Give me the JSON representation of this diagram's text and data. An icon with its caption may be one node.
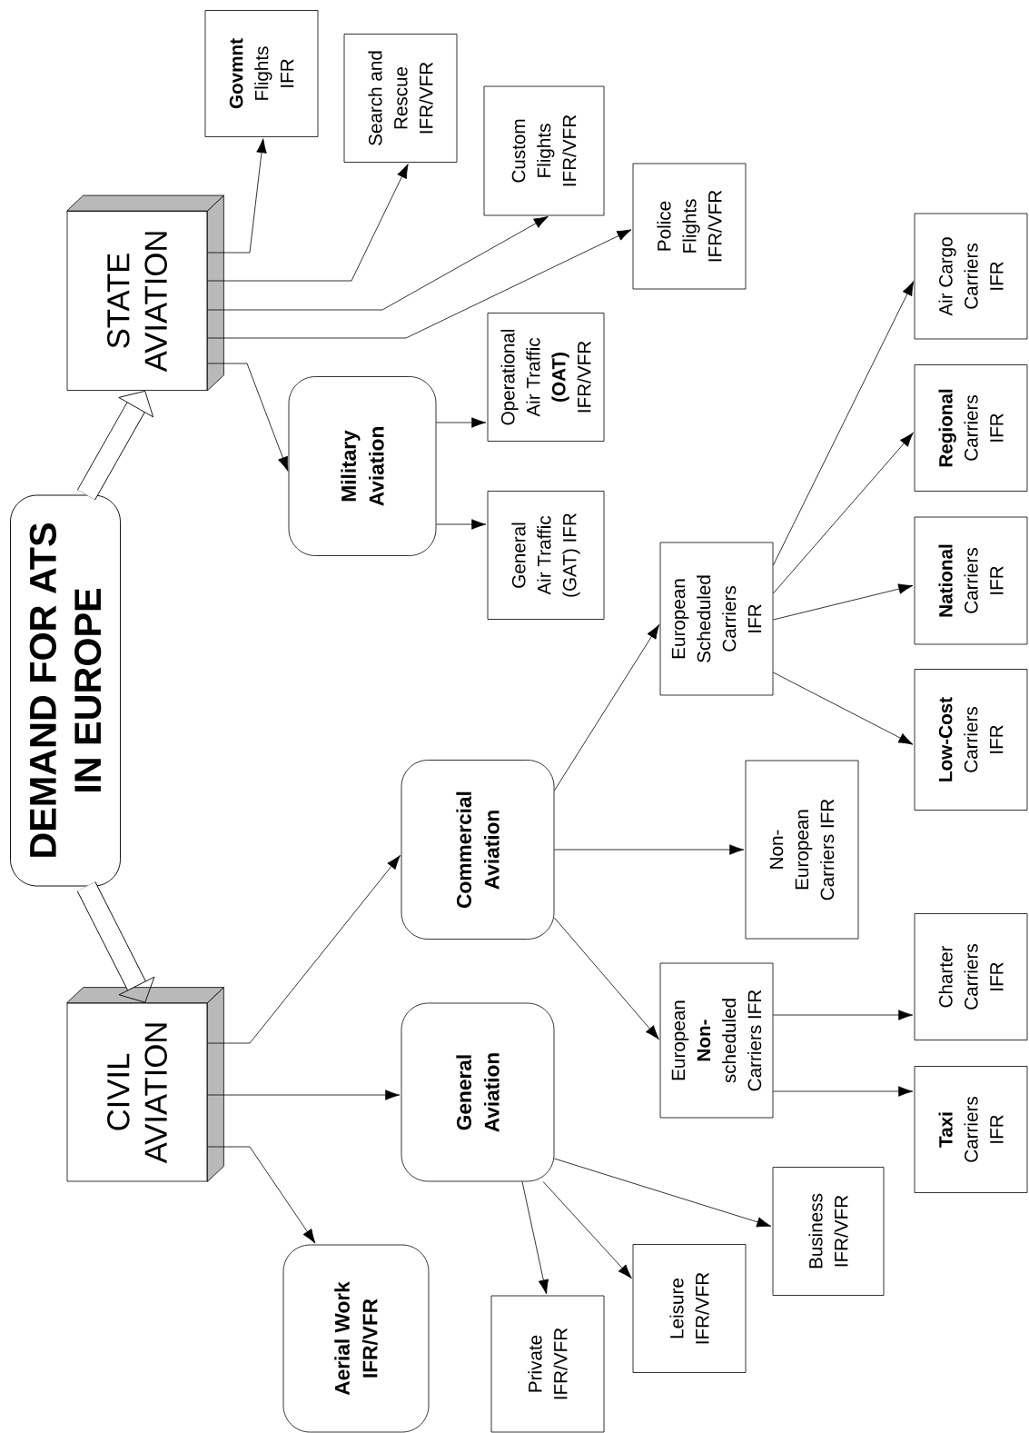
{
  "diagram": {
    "nodes": [
      {
        "text": [
          "DEMAND FOR ATS IN EUROPE"
        ]
      },
      {
        "text": [
          "STATE AVIATION"
        ]
      },
      {
        "text": [
          "CIVIL AVIATION"
        ]
      },
      {
        "text": [
          "**Govmnt** Flights IFR"
        ]
      },
      {
        "text": [
          "Search and Rescue IFR/VFR"
        ]
      },
      {
        "text": [
          "Custom Flights IFR/VFR"
        ]
      },
      {
        "text": [
          "Police Flights IFR/VFR"
        ]
      },
      {
        "text": [
          "Military Aviation"
        ]
      },
      {
        "text": [
          "Operational Air Traffic **(OAT)** IFR/VFR"
        ]
      },
      {
        "text": [
          "General Air Traffic (GAT) IFR"
        ]
      },
      {
        "text": [
          "Commercial Aviation"
        ]
      },
      {
        "text": [
          "General Aviation"
        ]
      },
      {
        "text": [
          "Aerial Work IFR/VFR"
        ]
      },
      {
        "text": [
          "European Scheduled Carriers IFR"
        ]
      },
      {
        "text": [
          "Non-European Carriers IFR"
        ]
      },
      {
        "text": [
          "European **Non-**scheduled Carriers IFR"
        ]
      },
      {
        "text": [
          "**Low-Cost** Carriers IFR"
        ]
      },
      {
        "text": [
          "**National** Carriers IFR"
        ]
      },
      {
        "text": [
          "**Regional** Carriers IFR"
        ]
      },
      {
        "text": [
          "Air Cargo Carriers IFR"
        ]
      },
      {
        "text": [
          "Charter Carriers IFR"
        ]
      },
      {
        "text": [
          "**Taxi** Carriers IFR"
        ]
      },
      {
        "text": [
          "Business IFR/VFR"
        ]
      },
      {
        "text": [
          "Leisure IFR/VFR"
        ]
      },
      {
        "text": [
          "Private IFR/VFR"
        ]
      }
    ],
    "edges": [
      {
        "from": 0,
        "to": 1,
        "arrow": "to",
        "style": "thick"
      },
      {
        "from": 0,
        "to": 2,
        "arrow": "to",
        "style": "thick"
      },
      {
        "from": 1,
        "to": 3,
        "arrow": "to"
      },
      {
        "from": 1,
        "to": 4,
        "arrow": "to"
      },
      {
        "from": 1,
        "to": 5,
        "arrow": "to"
      },
      {
        "from": 1,
        "to": 6,
        "arrow": "to"
      },
      {
        "from": 1,
        "to": 7,
        "arrow": "to"
      },
      {
        "from": 7,
        "to": 8,
        "arrow": "to"
      },
      {
        "from": 7,
        "to": 9,
        "arrow": "to"
      },
      {
        "from": 2,
        "to": 10,
        "arrow": "to"
      },
      {
        "from": 2,
        "to": 11,
        "arrow": "to"
      },
      {
        "from": 2,
        "to": 12,
        "arrow": "to"
      },
      {
        "from": 10,
        "to": 13,
        "arrow": "to"
      },
      {
        "from": 10,
        "to": 14,
        "arrow": "to"
      },
      {
        "from": 10,
        "to": 15,
        "arrow": "to"
      },
      {
        "from": 13,
        "to": 19,
        "arrow": "to"
      },
      {
        "from": 13,
        "to": 18,
        "arrow": "to"
      },
      {
        "from": 13,
        "to": 17,
        "arrow": "to"
      },
      {
        "from": 13,
        "to": 16,
        "arrow": "to"
      },
      {
        "from": 15,
        "to": 20,
        "arrow": "to"
      },
      {
        "from": 15,
        "to": 21,
        "arrow": "to"
      },
      {
        "from": 11,
        "to": 22,
        "arrow": "to"
      },
      {
        "from": 11,
        "to": 23,
        "arrow": "to"
      },
      {
        "from": 11,
        "to": 24,
        "arrow": "to"
      }
    ]
  }
}
